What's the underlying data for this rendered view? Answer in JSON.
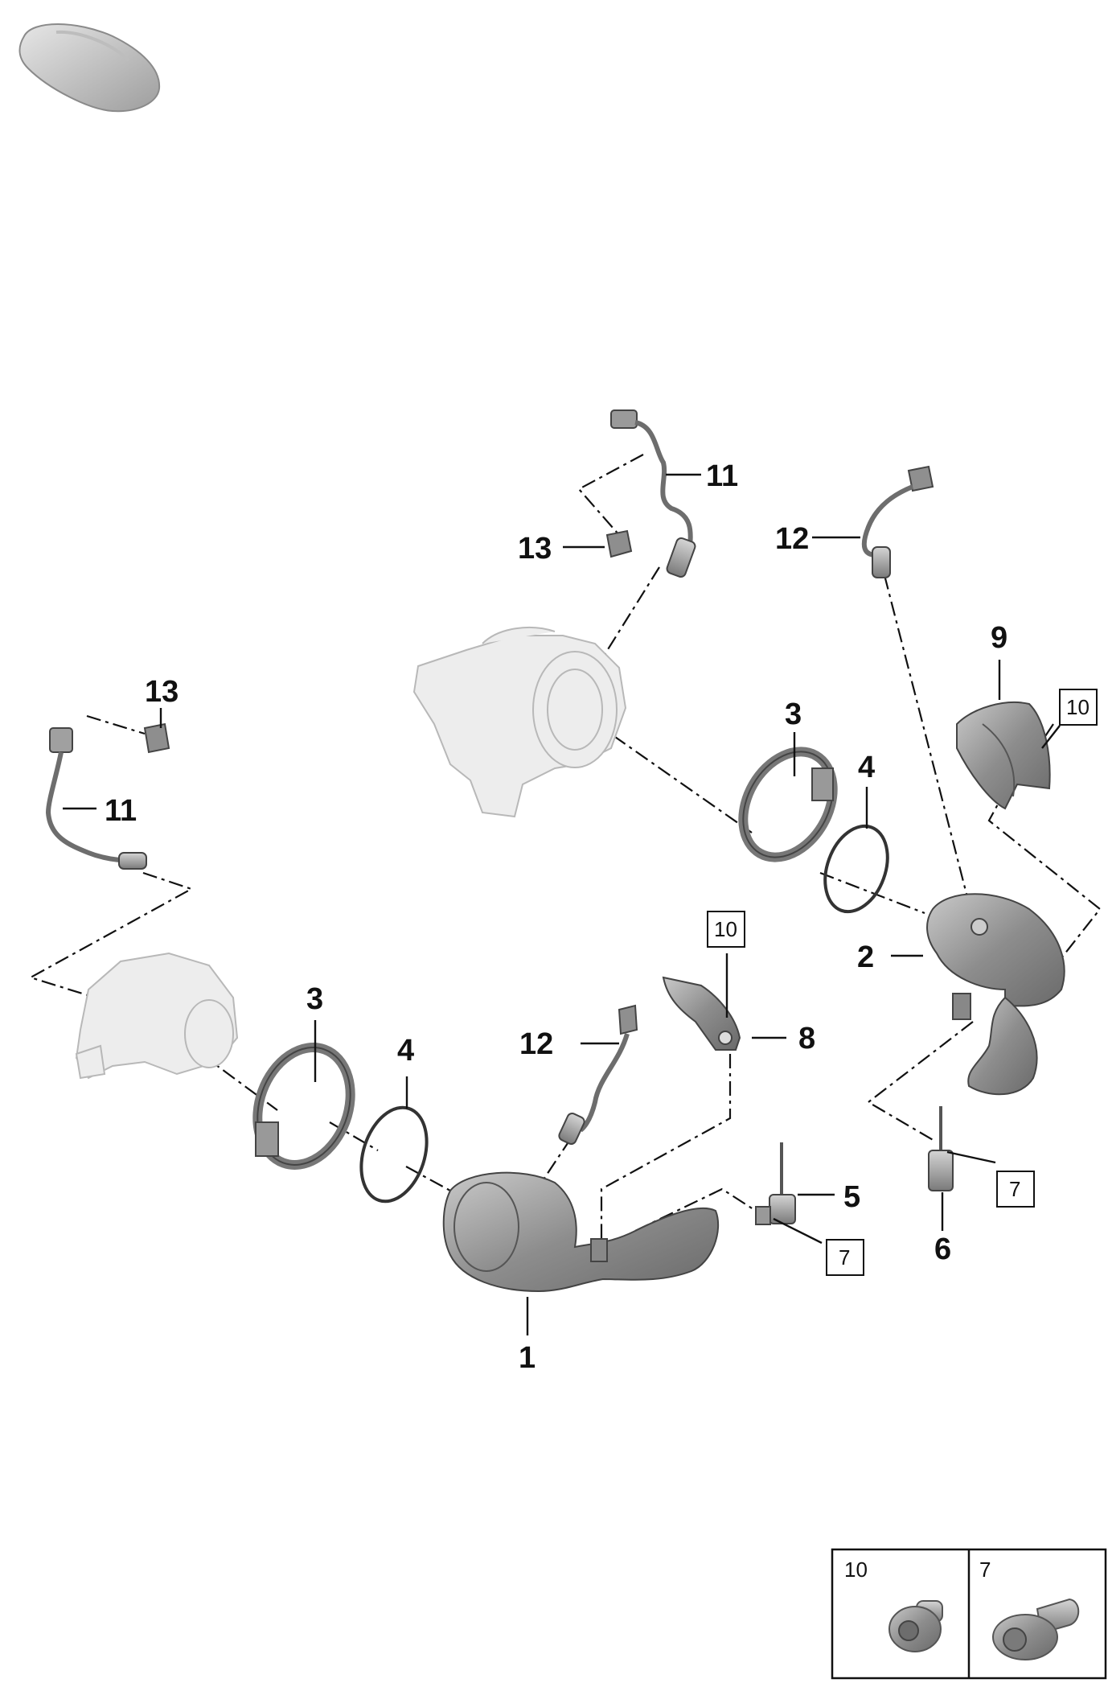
{
  "callouts": {
    "c1": "1",
    "c2": "2",
    "c3a": "3",
    "c3b": "3",
    "c4a": "4",
    "c4b": "4",
    "c5": "5",
    "c6": "6",
    "c8": "8",
    "c9": "9",
    "c11a": "11",
    "c11b": "11",
    "c12a": "12",
    "c12b": "12",
    "c13a": "13",
    "c13b": "13"
  },
  "boxed_refs": {
    "b10a": "10",
    "b10b": "10",
    "b7a": "7",
    "b7b": "7"
  },
  "legend": {
    "left_label": "10",
    "right_label": "7"
  },
  "icons": {
    "vehicle": "car-silhouette-icon",
    "bolt_10": "hex-socket-bolt-icon",
    "bolt_7": "flange-bolt-icon"
  },
  "colors": {
    "ink": "#111111",
    "part_fill": "#8a8a8a",
    "ghost_fill": "#ededed"
  }
}
